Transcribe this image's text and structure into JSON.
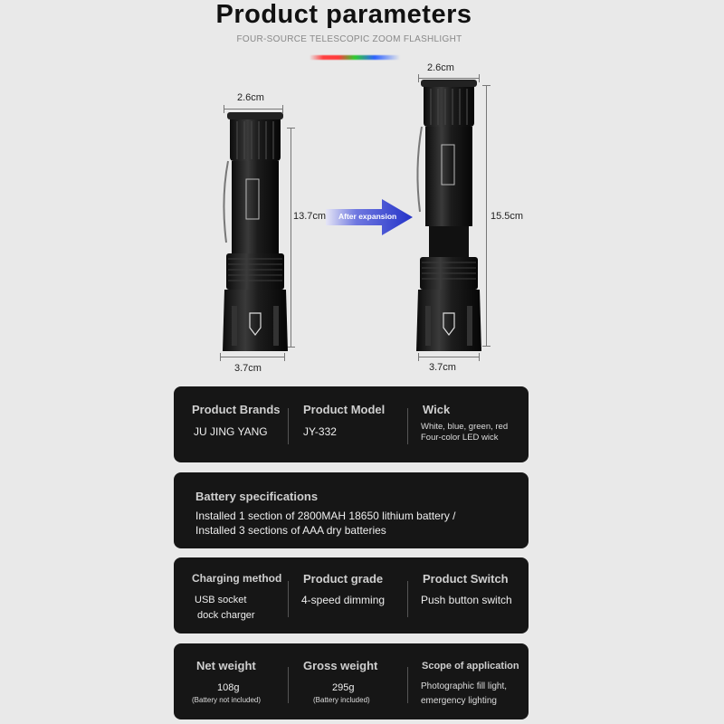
{
  "header": {
    "title": "Product parameters",
    "subtitle": "FOUR-SOURCE TELESCOPIC ZOOM FLASHLIGHT"
  },
  "colors": {
    "accent_red": "#ff3a3a",
    "accent_green": "#2ecc2e",
    "accent_blue": "#2e62ff",
    "arrow_blue": "#2a3fcf",
    "card_bg": "#161616"
  },
  "figure": {
    "left": {
      "top_width": "2.6cm",
      "length": "13.7cm",
      "bottom_width": "3.7cm"
    },
    "right": {
      "top_width": "2.6cm",
      "length": "15.5cm",
      "bottom_width": "3.7cm"
    },
    "arrow_label": "After expansion"
  },
  "card1": {
    "brand_label": "Product Brands",
    "brand_value": "JU JING YANG",
    "model_label": "Product Model",
    "model_value": "JY-332",
    "wick_label": "Wick",
    "wick_line1": "White, blue, green, red",
    "wick_line2": "Four-color LED wick"
  },
  "card2": {
    "label": "Battery specifications",
    "line1": "Installed 1 section of 2800MAH 18650 lithium battery /",
    "line2": "Installed 3 sections of AAA dry batteries"
  },
  "card3": {
    "charging_label": "Charging method",
    "charging_line1": "USB socket",
    "charging_line2": "dock charger",
    "grade_label": "Product grade",
    "grade_value": "4-speed dimming",
    "switch_label": "Product Switch",
    "switch_value": "Push button switch"
  },
  "card4": {
    "net_label": "Net weight",
    "net_value": "108g",
    "net_note": "(Battery not included)",
    "gross_label": "Gross weight",
    "gross_value": "295g",
    "gross_note": "(Battery included)",
    "scope_label": "Scope of application",
    "scope_line1": "Photographic fill light,",
    "scope_line2": "emergency lighting"
  }
}
